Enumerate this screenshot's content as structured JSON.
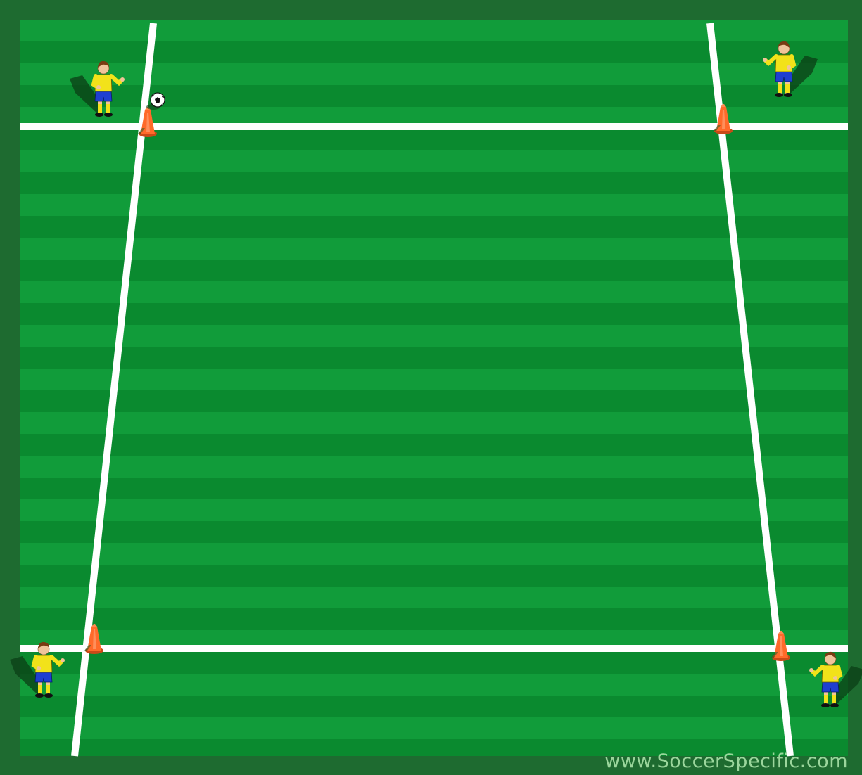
{
  "diagram": {
    "colors": {
      "frame": "#1e6b30",
      "grass_dark": "#0a8a2f",
      "grass_light": "#119c3a",
      "line": "#ffffff",
      "cone": "#ff6a2a",
      "shirt": "#f2e21a",
      "shorts": "#1f3fd1",
      "skin": "#f0c49a",
      "hair": "#7a3b12"
    },
    "players": [
      {
        "name": "player-top-left",
        "facing": "right"
      },
      {
        "name": "player-top-right",
        "facing": "front"
      },
      {
        "name": "player-bottom-left",
        "facing": "right"
      },
      {
        "name": "player-bottom-right",
        "facing": "left"
      }
    ],
    "cones_count": 4,
    "ball": "soccer-ball"
  },
  "watermark": {
    "text": "www.SoccerSpecific.com"
  }
}
